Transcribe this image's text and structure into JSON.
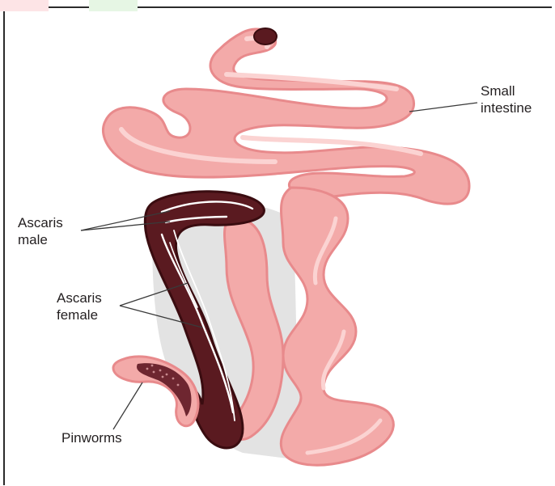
{
  "labels": {
    "small_intestine_line1": "Small",
    "small_intestine_line2": "intestine",
    "ascaris_male_line1": "Ascaris",
    "ascaris_male_line2": "male",
    "ascaris_female_line1": "Ascaris",
    "ascaris_female_line2": "female",
    "pinworms": "Pinworms"
  },
  "colors": {
    "intestine_fill": "#f3aaa9",
    "intestine_outline": "#e88a8c",
    "intestine_highlight": "#fbd3d2",
    "infested_fill": "#5a1a20",
    "infested_outline": "#3a0c10",
    "worm": "#ffffff",
    "shadow": "#dedede",
    "leader": "#3a3a3a"
  },
  "icons": {
    "corner_mark": "red-green-corner-mark"
  }
}
